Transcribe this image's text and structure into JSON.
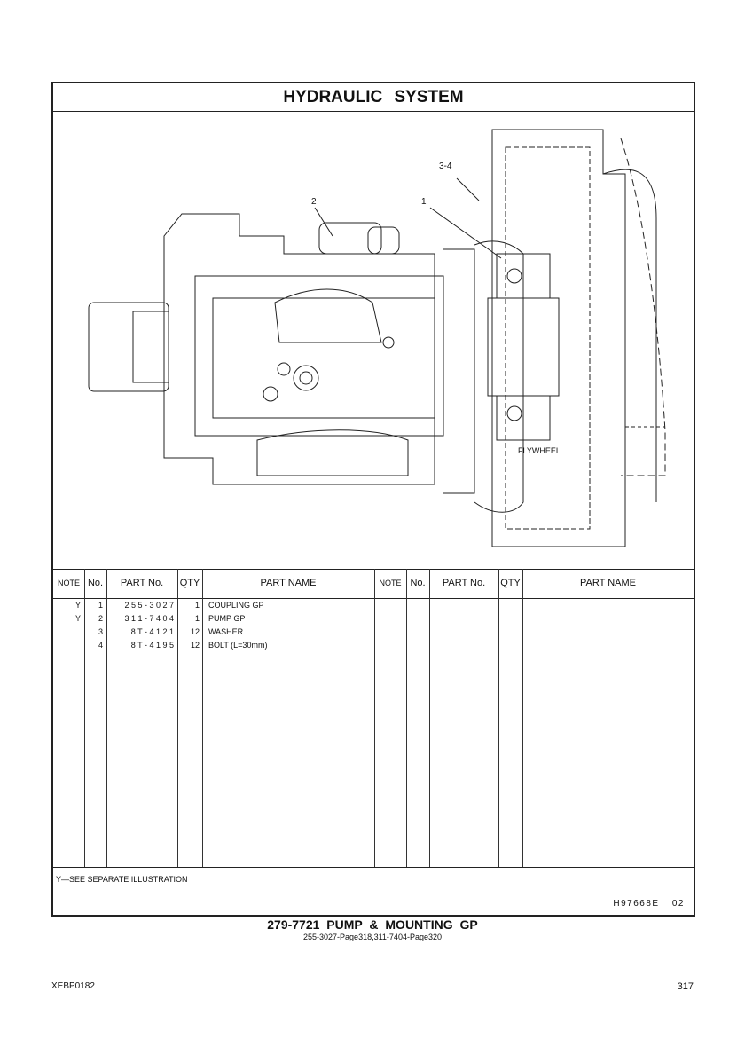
{
  "title": "HYDRAULIC  SYSTEM",
  "callouts": {
    "c1": "1",
    "c2": "2",
    "c34": "3-4",
    "flywheel": "FLYWHEEL"
  },
  "table": {
    "headers": [
      "NOTE",
      "No.",
      "PART No.",
      "QTY",
      "PART NAME"
    ],
    "rows": [
      {
        "note": "Y",
        "no": "1",
        "part_no": "2 5 5 - 3 0 2 7",
        "qty": "1",
        "name": "COUPLING  GP"
      },
      {
        "note": "Y",
        "no": "2",
        "part_no": "3 1 1 - 7 4 0 4",
        "qty": "1",
        "name": "PUMP  GP"
      },
      {
        "note": "",
        "no": "3",
        "part_no": "8 T - 4 1 2 1",
        "qty": "12",
        "name": "WASHER"
      },
      {
        "note": "",
        "no": "4",
        "part_no": "8 T - 4 1 9 5",
        "qty": "12",
        "name": "BOLT (L=30mm)"
      }
    ]
  },
  "footnote": "Y—SEE  SEPARATE  ILLUSTRATION",
  "illustration_code": "H97668E  02",
  "caption": "279-7721  PUMP & MOUNTING GP",
  "subcaption": "255-3027-Page318,311-7404-Page320",
  "doc_id": "XEBP0182",
  "page_number": "317"
}
